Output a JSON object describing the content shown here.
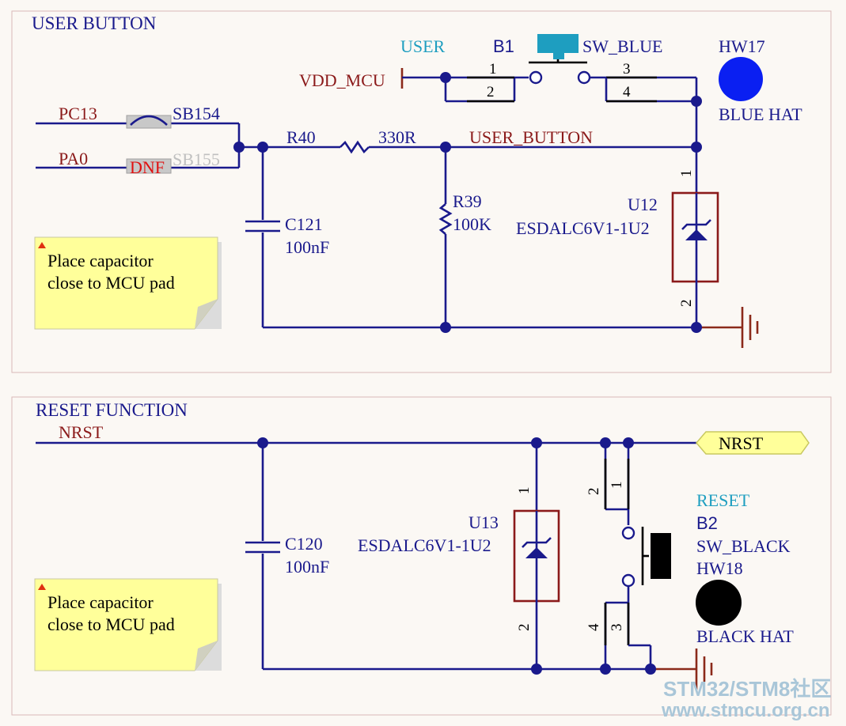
{
  "user_section": {
    "title": "USER BUTTON",
    "net_pc13": "PC13",
    "net_pa0": "PA0",
    "sb154": "SB154",
    "sb155": "SB155",
    "dnf": "DNF",
    "vdd_mcu": "VDD_MCU",
    "user_label": "USER",
    "b1": "B1",
    "sw_blue": "SW_BLUE",
    "b1_pin1": "1",
    "b1_pin2": "2",
    "b1_pin3": "3",
    "b1_pin4": "4",
    "hw17": "HW17",
    "blue_hat": "BLUE HAT",
    "r40": "R40",
    "r40_value": "330R",
    "net_user_button": "USER_BUTTON",
    "r39": "R39",
    "r39_value": "100K",
    "c121": "C121",
    "c121_value": "100nF",
    "u12": "U12",
    "u12_part": "ESDALC6V1-1U2",
    "u12_pin1": "1",
    "u12_pin2": "2",
    "note_line1": "Place capacitor",
    "note_line2": "close to MCU pad"
  },
  "reset_section": {
    "title": "RESET FUNCTION",
    "net_nrst": "NRST",
    "port_nrst": "NRST",
    "c120": "C120",
    "c120_value": "100nF",
    "u13": "U13",
    "u13_part": "ESDALC6V1-1U2",
    "u13_pin1": "1",
    "u13_pin2": "2",
    "reset_label": "RESET",
    "b2": "B2",
    "sw_black": "SW_BLACK",
    "hw18": "HW18",
    "black_hat": "BLACK HAT",
    "b2_pin1": "1",
    "b2_pin2": "2",
    "b2_pin3": "3",
    "b2_pin4": "4",
    "note_line1": "Place capacitor",
    "note_line2": "close to MCU pad"
  },
  "watermark": {
    "line1": "STM32/STM8社区",
    "line2": "www.stmcu.org.cn"
  },
  "colors": {
    "wire": "#1a1a8c",
    "net_label": "#8b1a1a",
    "component_body": "#8b1a1a",
    "note_fill": "#ffff9a",
    "blue_hat": "#0a1ff2",
    "black_hat": "#000000",
    "teal_label": "#1e9ec0"
  }
}
